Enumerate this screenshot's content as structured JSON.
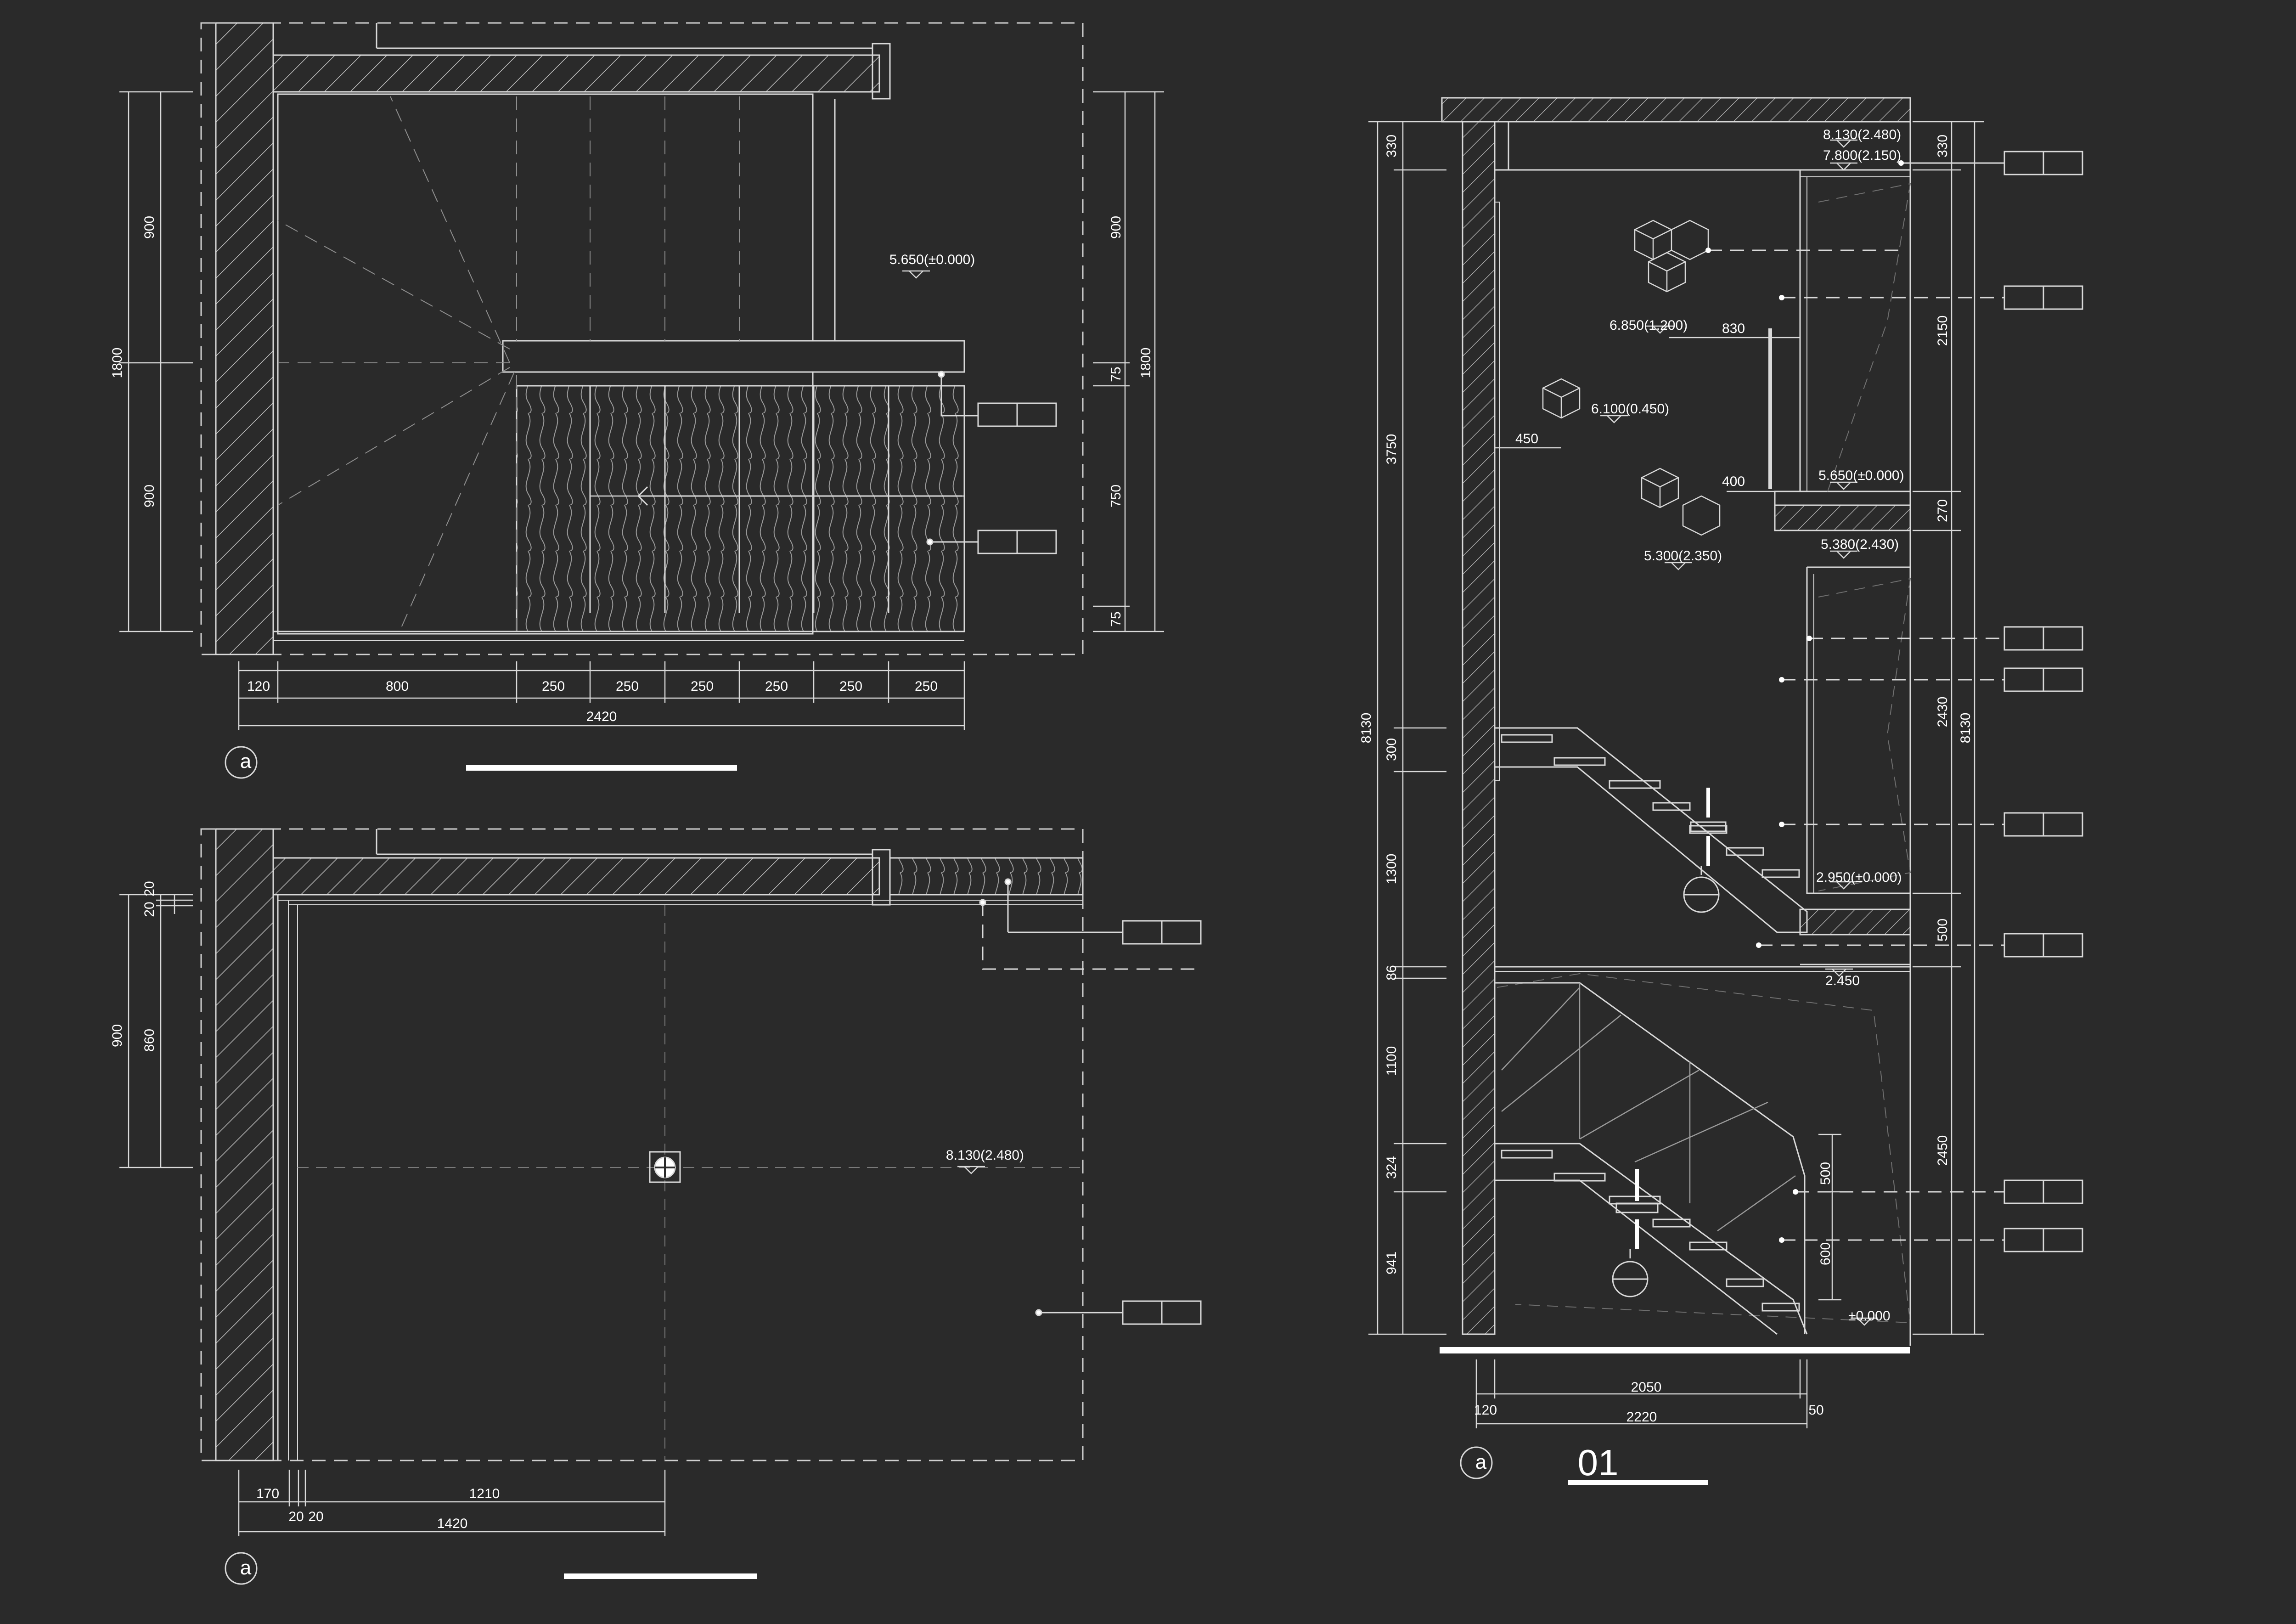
{
  "plan_upper": {
    "level": "5.650(±0.000)",
    "dims_bottom": [
      "120",
      "800",
      "250",
      "250",
      "250",
      "250",
      "250",
      "250"
    ],
    "dim_total": "2420",
    "dims_left": [
      "900",
      "900"
    ],
    "dim_left_total": "1800",
    "dims_right": [
      "900",
      "75",
      "750",
      "75"
    ],
    "dim_right_total": "1800",
    "section_marker": "a"
  },
  "plan_lower": {
    "level": "8.130(2.480)",
    "dims_left": [
      "20",
      "20",
      "860"
    ],
    "dim_left_total": "900",
    "dims_bottom": [
      "170",
      "20",
      "20",
      "1210"
    ],
    "dim_total": "1420",
    "section_marker": "a"
  },
  "section": {
    "title": "01",
    "section_marker": "a",
    "levels": [
      "8.130(2.480)",
      "7.800(2.150)",
      "6.850(1.200)",
      "6.100(0.450)",
      "5.650(±0.000)",
      "5.380(2.430)",
      "5.300(2.350)",
      "2.950(±0.000)",
      "2.450",
      "±0.000"
    ],
    "dims_left_inner": [
      "330",
      "3750",
      "300",
      "1300",
      "86",
      "1100",
      "324",
      "941"
    ],
    "dim_left_total": "8130",
    "dims_right_inner": [
      "330",
      "2150",
      "270",
      "2430",
      "500",
      "2450"
    ],
    "dim_right_total": "8130",
    "dims_bottom": [
      "2050",
      "2220",
      "120",
      "50"
    ],
    "dims_misc": [
      "830",
      "450",
      "400",
      "500",
      "600"
    ]
  }
}
